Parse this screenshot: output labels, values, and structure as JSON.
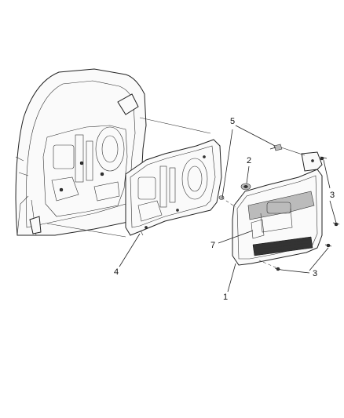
{
  "callouts": [
    {
      "id": "door-trim-panel",
      "label": "1"
    },
    {
      "id": "push-pin-clip",
      "label": "2"
    },
    {
      "id": "screw-upper",
      "label": "3"
    },
    {
      "id": "screw-lower",
      "label": "3"
    },
    {
      "id": "water-shield",
      "label": "4"
    },
    {
      "id": "nut-clip",
      "label": "5"
    },
    {
      "id": "bezel-insert",
      "label": "7"
    }
  ]
}
